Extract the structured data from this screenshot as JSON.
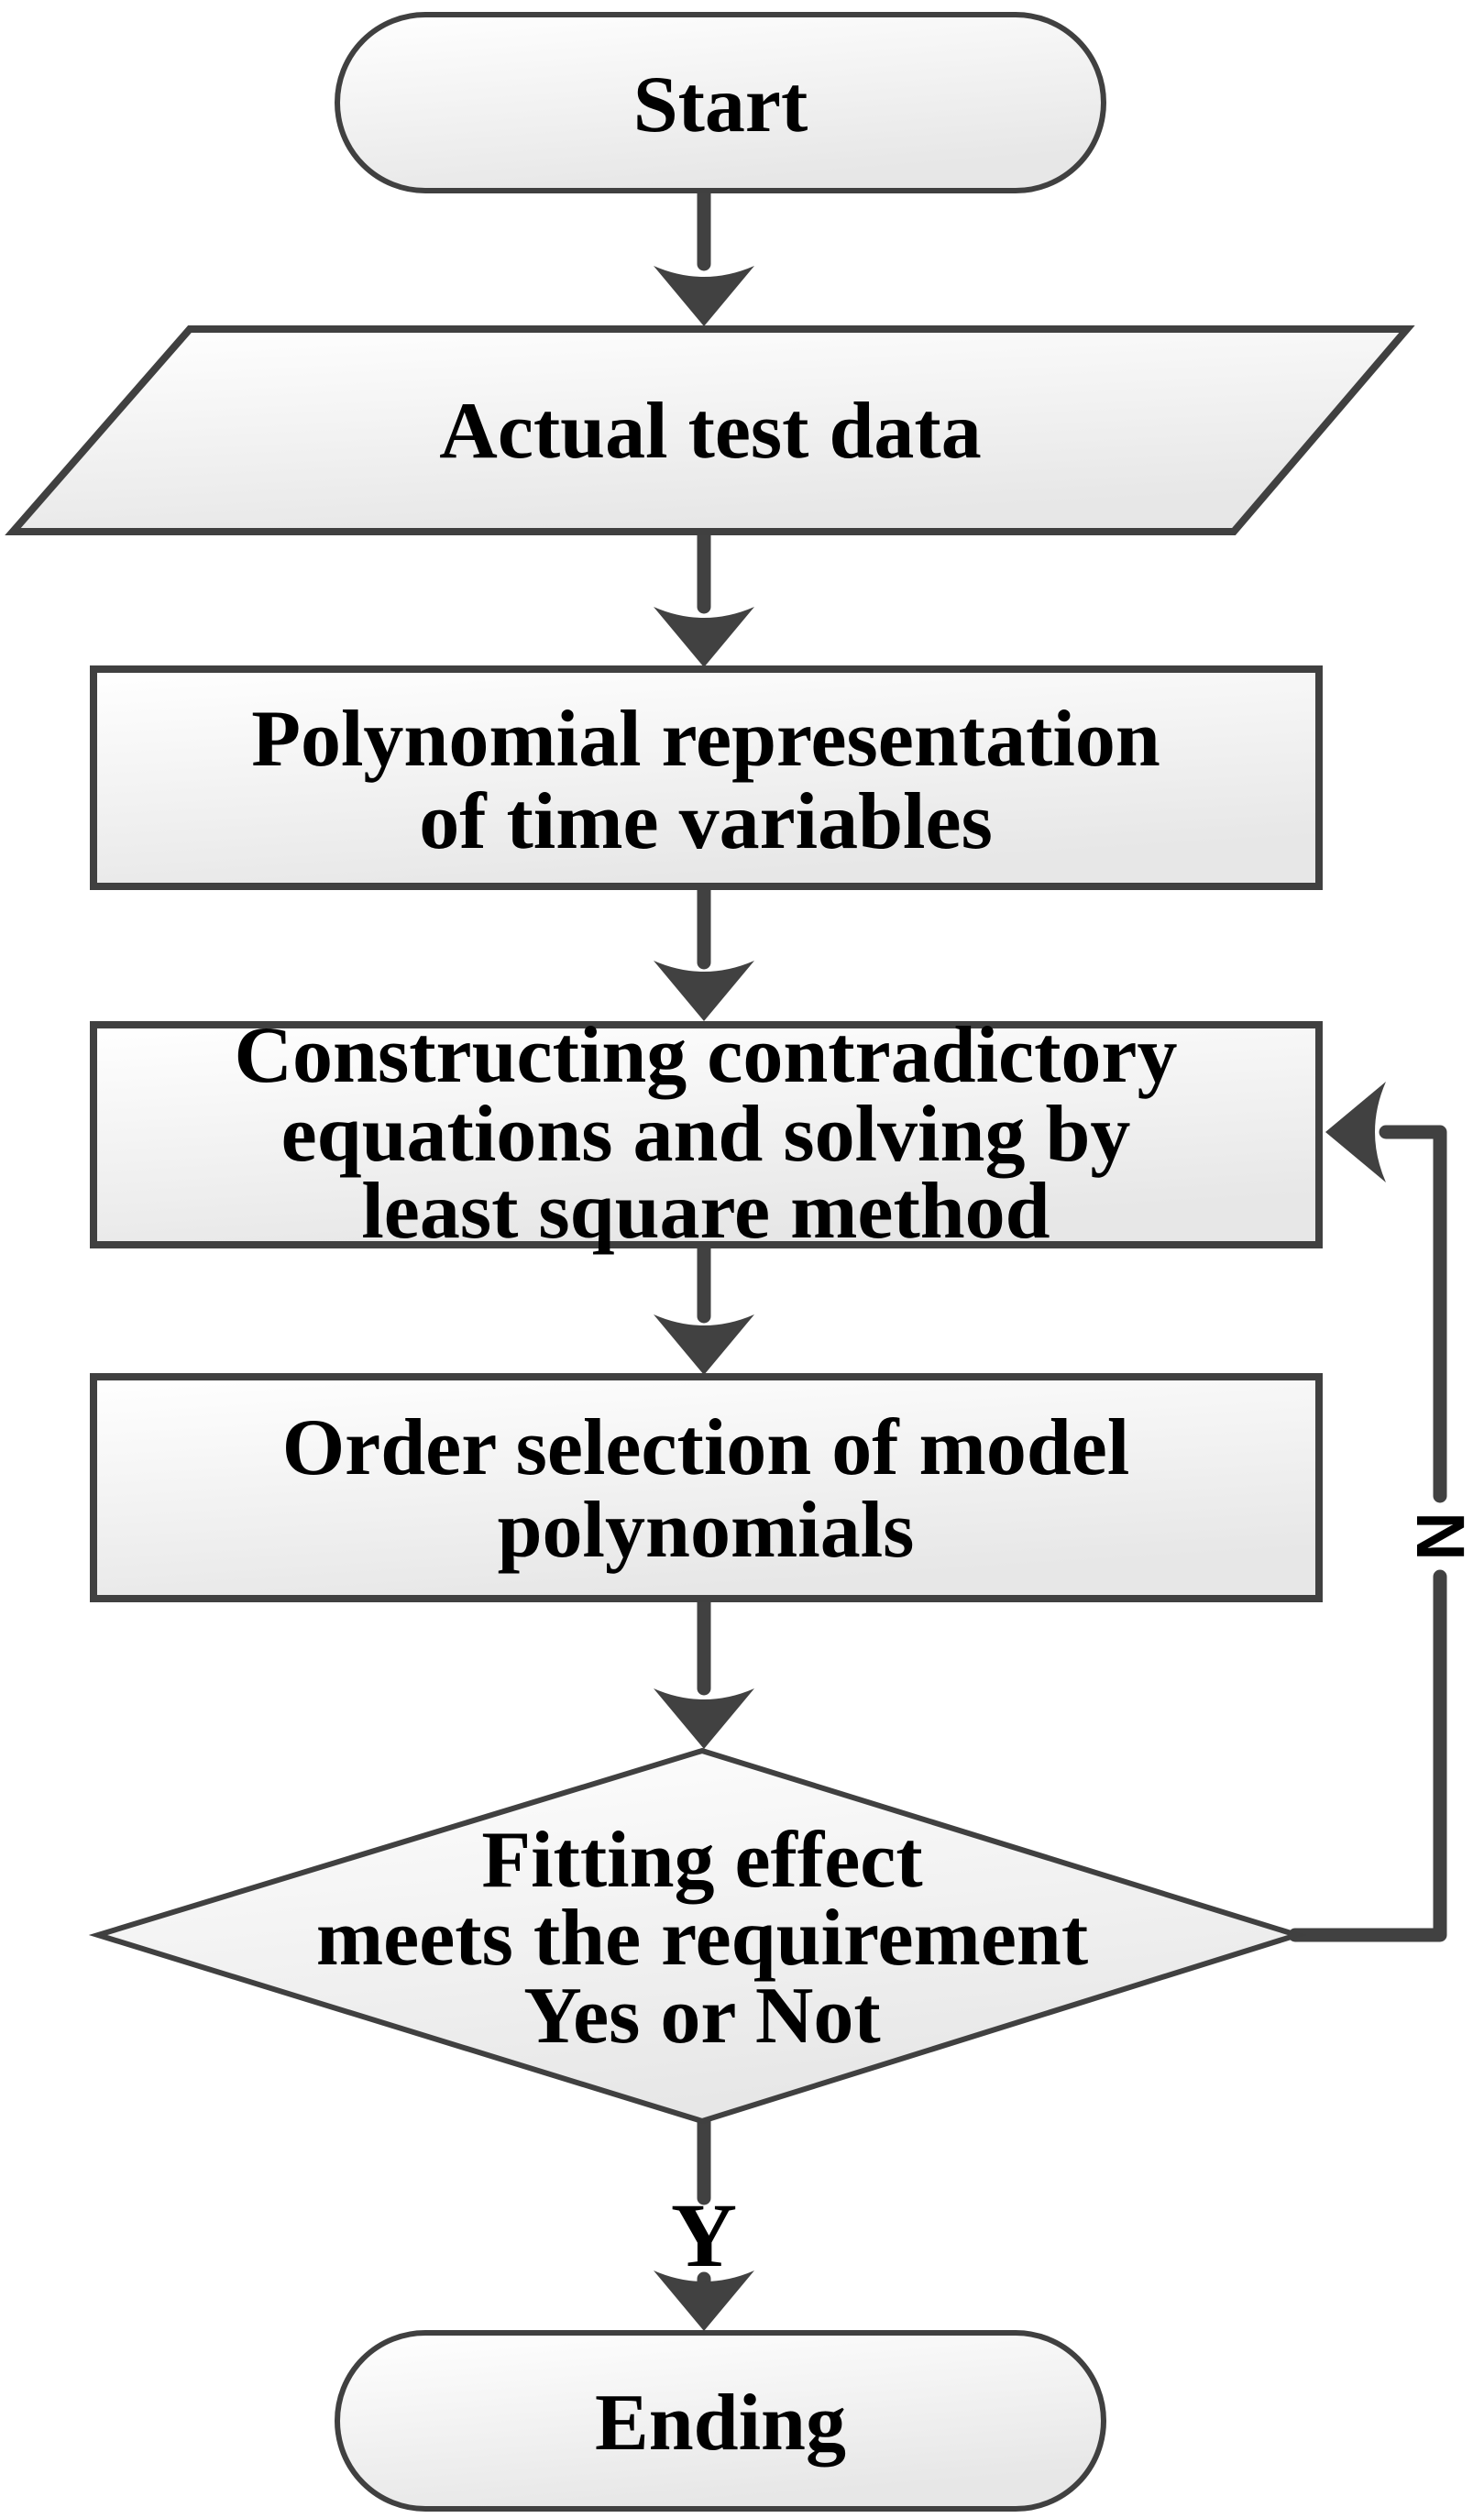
{
  "diagram": {
    "type": "flowchart",
    "background": "#ffffff",
    "colors": {
      "node_border": "#404040",
      "connector": "#414141",
      "node_fill_top": "#ffffff",
      "node_fill_bottom": "#e7e7e7",
      "text": "#000000"
    },
    "nodes": {
      "start": {
        "shape": "terminator",
        "label": "Start"
      },
      "input": {
        "shape": "parallelogram",
        "label": "Actual test data"
      },
      "poly_repr": {
        "shape": "process",
        "lines": [
          "Polynomial representation",
          "of time variables"
        ]
      },
      "construct_eq": {
        "shape": "process",
        "lines": [
          "Constructing contradictory",
          "equations and solving by",
          "least square method"
        ]
      },
      "order_sel": {
        "shape": "process",
        "lines": [
          "Order selection of model",
          "polynomials"
        ]
      },
      "fit_check": {
        "shape": "decision",
        "lines": [
          "Fitting effect",
          "meets the requirement",
          "Yes or Not"
        ]
      },
      "ending": {
        "shape": "terminator",
        "label": "Ending"
      }
    },
    "edges": {
      "yes_label": "Y",
      "no_label": "N"
    }
  }
}
